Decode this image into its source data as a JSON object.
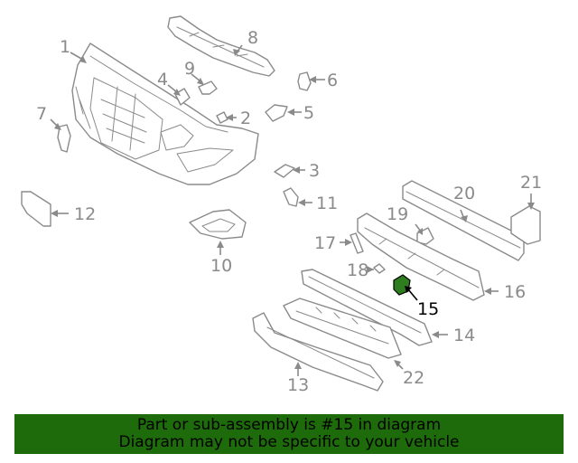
{
  "callouts": {
    "c1": "1",
    "c2": "2",
    "c3": "3",
    "c4": "4",
    "c5": "5",
    "c6": "6",
    "c7": "7",
    "c8": "8",
    "c9": "9",
    "c10": "10",
    "c11": "11",
    "c12": "12",
    "c13": "13",
    "c14": "14",
    "c15": "15",
    "c16": "16",
    "c17": "17",
    "c18": "18",
    "c19": "19",
    "c20": "20",
    "c21": "21",
    "c22": "22"
  },
  "highlighted_part": "15",
  "colors": {
    "line": "#8a8a8a",
    "highlight_fill": "#2e7d1f",
    "banner_bg": "#1d6b0b"
  },
  "footer": {
    "line1": "Part or sub-assembly is #15 in diagram",
    "line2": "Diagram may not be specific to your vehicle"
  }
}
